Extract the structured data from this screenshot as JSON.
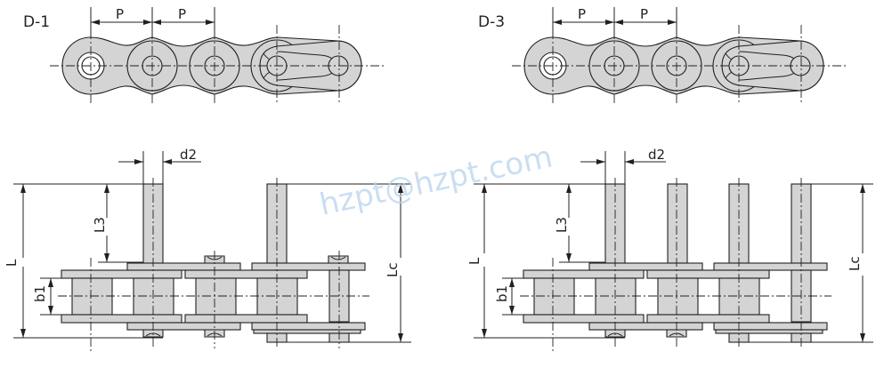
{
  "figures": [
    {
      "id": "D-1",
      "title": "D-1",
      "top_view": {
        "pitch_labels": [
          "P",
          "P"
        ]
      },
      "side_view": {
        "dimensions": {
          "pin_diameter": "d2",
          "overall_length": "L",
          "extended_pin_length": "L3",
          "inner_width": "b1",
          "connecting_link_length": "Lc"
        },
        "extended_pins": 2
      }
    },
    {
      "id": "D-3",
      "title": "D-3",
      "top_view": {
        "pitch_labels": [
          "P",
          "P"
        ]
      },
      "side_view": {
        "dimensions": {
          "pin_diameter": "d2",
          "overall_length": "L",
          "extended_pin_length": "L3",
          "inner_width": "b1",
          "connecting_link_length": "Lc"
        },
        "extended_pins": 4
      }
    }
  ],
  "watermark": "hzpt@hzpt.com",
  "colors": {
    "part_fill": "#d4d4d4",
    "line": "#231f20",
    "watermark": "#b9d3ee",
    "background": "#ffffff"
  }
}
